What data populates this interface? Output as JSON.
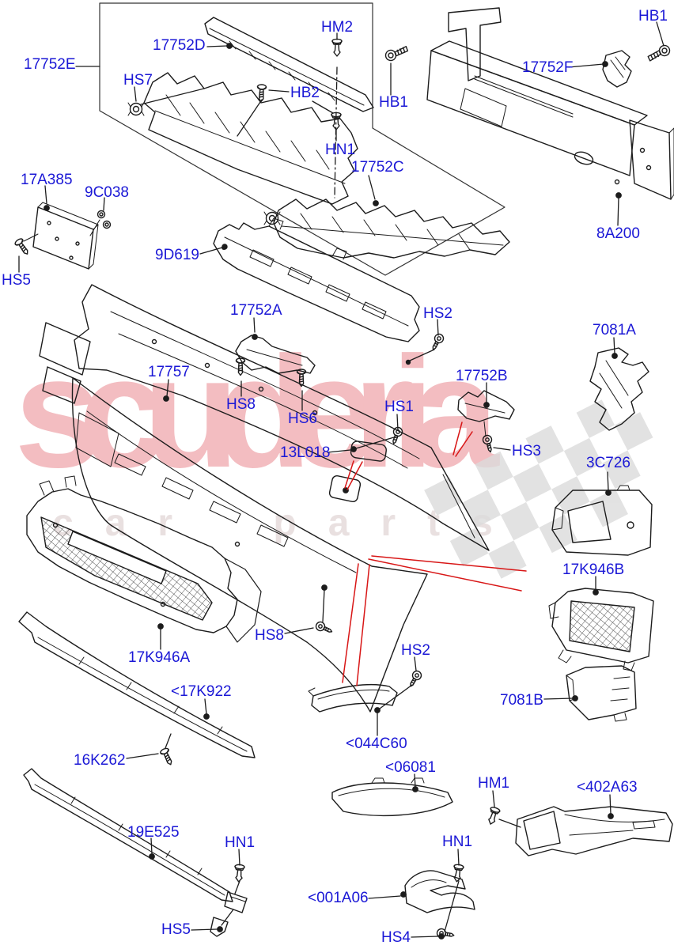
{
  "watermark": {
    "brand": "scuderia",
    "tagline": "car parts"
  },
  "colors": {
    "label_blue": "#1b18d6",
    "line_black": "#1c1c1c",
    "leader_red": "#d81616",
    "watermark_pink": "#f3bdc1",
    "watermark_gray": "#e9e0e0",
    "checker_gray": "#dcdcdc"
  },
  "labels": {
    "t_17752e": "17752E",
    "t_17752d": "17752D",
    "t_hm2": "HM2",
    "t_hb1_l": "HB1",
    "t_hb1_r": "HB1",
    "t_17752f": "17752F",
    "t_hs7": "HS7",
    "t_hb2": "HB2",
    "t_hn1_top": "HN1",
    "t_17752c": "17752C",
    "t_8a200": "8A200",
    "t_17a385": "17A385",
    "t_9c038": "9C038",
    "t_hs5_top": "HS5",
    "t_9d619": "9D619",
    "t_17752a": "17752A",
    "t_hs2_top": "HS2",
    "t_17757": "17757",
    "t_hs8_mid": "HS8",
    "t_hs6": "HS6",
    "t_hs1": "HS1",
    "t_13l018": "13L018",
    "t_17752b": "17752B",
    "t_hs3": "HS3",
    "t_7081a": "7081A",
    "t_3c726": "3C726",
    "t_17k946b": "17K946B",
    "t_hs8_low": "HS8",
    "t_17k946a": "17K946A",
    "t_17k922": "<17K922",
    "t_hs2_low": "HS2",
    "t_7081b": "7081B",
    "t_044c60": "<044C60",
    "t_16k262": "16K262",
    "t_06081": "<06081",
    "t_hm1": "HM1",
    "t_402a63": "<402A63",
    "t_19e525": "19E525",
    "t_hn1_bl": "HN1",
    "t_hs5_bot": "HS5",
    "t_hn1_br": "HN1",
    "t_001a06": "<001A06",
    "t_hs4": "HS4"
  }
}
